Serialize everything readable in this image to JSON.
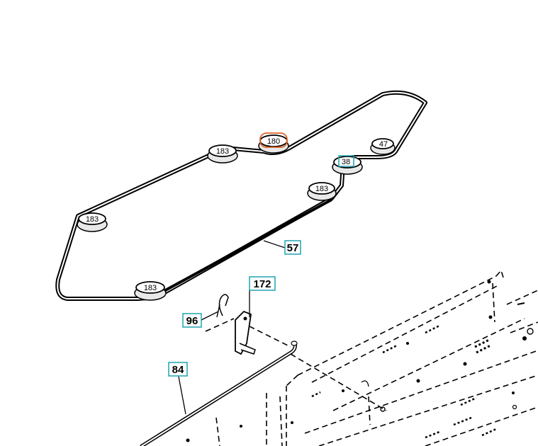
{
  "colors": {
    "line": "#000000",
    "callout_border": "#1fa3b0",
    "highlight_border": "#e0632a",
    "background": "#ffffff"
  },
  "pulleys": [
    {
      "label": "183",
      "highlighted": false
    },
    {
      "label": "180",
      "highlighted": true
    },
    {
      "label": "47",
      "highlighted": false
    },
    {
      "label": "38",
      "highlighted": false
    },
    {
      "label": "183",
      "highlighted": false
    },
    {
      "label": "183",
      "highlighted": false
    },
    {
      "label": "183",
      "highlighted": false
    }
  ],
  "callouts": [
    {
      "label": "57"
    },
    {
      "label": "172"
    },
    {
      "label": "96"
    },
    {
      "label": "84"
    }
  ]
}
